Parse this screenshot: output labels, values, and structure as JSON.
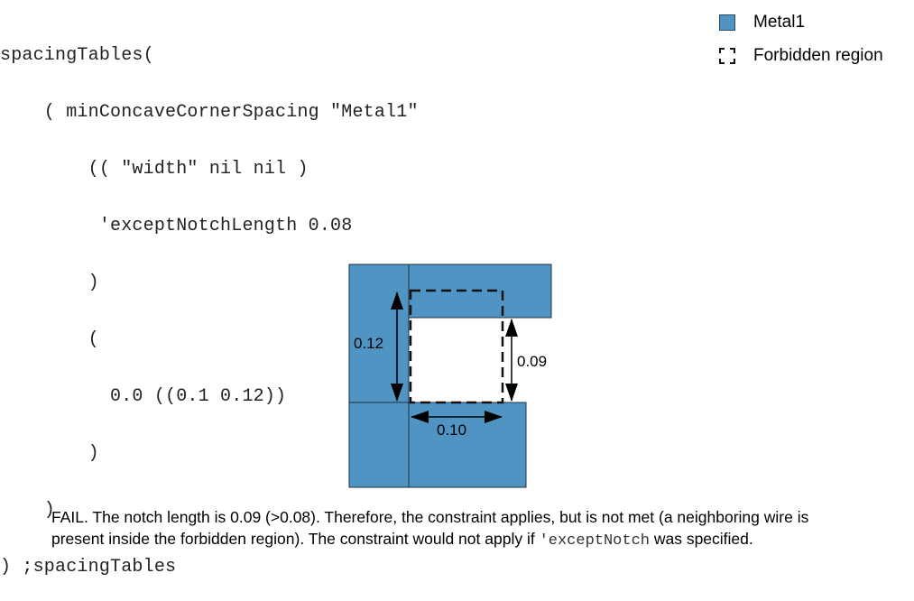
{
  "code": {
    "lines": [
      "spacingTables(",
      "    ( minConcaveCornerSpacing \"Metal1\"",
      "        (( \"width\" nil nil )",
      "         'exceptNotchLength 0.08",
      "        )",
      "        (",
      "          0.0 ((0.1 0.12))",
      "        )",
      "    )",
      ") ;spacingTables"
    ]
  },
  "legend": {
    "metal_label": "Metal1",
    "forbidden_label": "Forbidden region"
  },
  "diagram": {
    "metal_color": "#4f94c2",
    "dim_vertical_left": "0.12",
    "dim_vertical_right": "0.09",
    "dim_horizontal": "0.10"
  },
  "caption": {
    "text_before": "FAIL. The notch length is 0.09 (>0.08). Therefore, the constraint applies, but is not met (a neighboring wire is present inside the forbidden region). The constraint would not apply if ",
    "code_term": "'exceptNotch",
    "text_after": " was specified."
  }
}
